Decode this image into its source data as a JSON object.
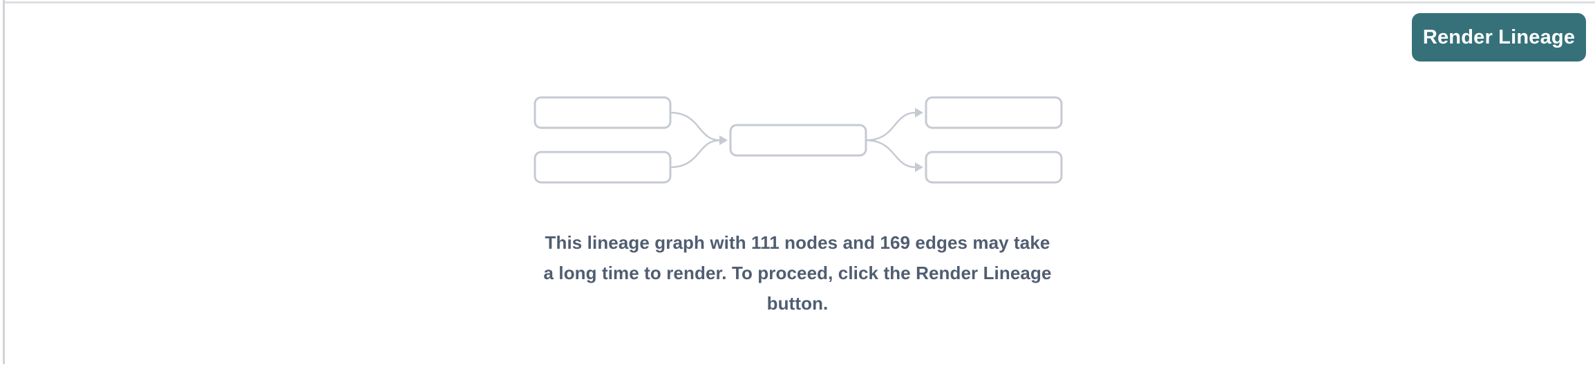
{
  "panel": {
    "background_color": "#ffffff",
    "top_border_color": "#dddee2",
    "left_divider_color": "#d2d3d7"
  },
  "header": {
    "render_button": {
      "label": "Render Lineage",
      "background_color": "#36717a",
      "text_color": "#ffffff"
    }
  },
  "illustration": {
    "node_fill_color": "#ffffff",
    "node_border_color": "#c5cad3",
    "edge_color": "#c5cad3"
  },
  "empty_state": {
    "message": "This lineage graph with 111 nodes and 169 edges may take a long time to render. To proceed, click the Render Lineage button.",
    "message_lines": [
      "This lineage graph with 111 nodes and 169 edges may take",
      "a long time to render. To proceed, click the Render Lineage",
      "button."
    ],
    "node_count": "111",
    "edge_count": "169",
    "text_color": "#505d71"
  }
}
